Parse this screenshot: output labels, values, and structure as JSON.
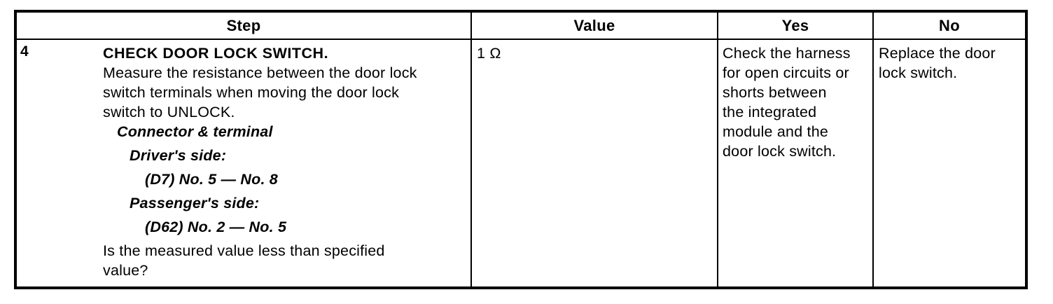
{
  "table": {
    "headers": {
      "step": "Step",
      "value": "Value",
      "yes": "Yes",
      "no": "No"
    },
    "row": {
      "step_number": "4",
      "title": "CHECK DOOR LOCK SWITCH.",
      "instruction_lines": [
        "Measure the resistance between the door lock",
        "switch terminals when moving the door lock",
        "switch to UNLOCK."
      ],
      "connector_heading": "Connector & terminal",
      "drivers_side_label": "Driver's side:",
      "drivers_side_terminals": "(D7) No. 5 — No. 8",
      "passengers_side_label": "Passenger's side:",
      "passengers_side_terminals": "(D62) No. 2 — No. 5",
      "question_lines": [
        "Is the measured value less than specified",
        "value?"
      ],
      "value": "1 Ω",
      "yes_lines": [
        "Check the harness",
        "for open circuits or",
        "shorts between",
        "the integrated",
        "module and the",
        "door lock switch."
      ],
      "no_lines": [
        "Replace the door",
        "lock switch."
      ]
    }
  }
}
